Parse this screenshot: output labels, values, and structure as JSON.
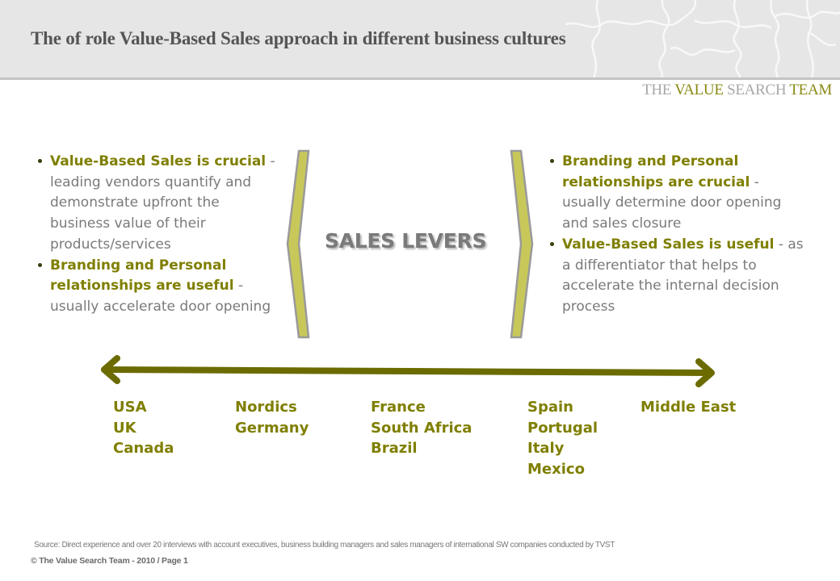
{
  "header": {
    "title": "The of role Value-Based Sales approach in different business cultures",
    "brand": {
      "part1": "THE ",
      "part2": "VALUE",
      "part3": " SEARCH ",
      "part4": "TEAM"
    }
  },
  "left_column": {
    "items": [
      {
        "highlight": "Value-Based Sales is crucial",
        "text": " - leading vendors quantify and demonstrate upfront the business value of their products/services"
      },
      {
        "highlight": "Branding and Personal relationships are useful",
        "text": " - usually accelerate door opening"
      }
    ]
  },
  "center": {
    "label": "SALES LEVERS"
  },
  "right_column": {
    "items": [
      {
        "highlight": "Branding and Personal relationships are crucial",
        "text": " - usually determine door opening and sales closure"
      },
      {
        "highlight": "Value-Based Sales is useful",
        "text": " - as a differentiator that helps to accelerate the internal decision process"
      }
    ]
  },
  "spectrum": {
    "groups": [
      {
        "countries": [
          "USA",
          "UK",
          "Canada"
        ]
      },
      {
        "countries": [
          "Nordics",
          "Germany"
        ]
      },
      {
        "countries": [
          "France",
          "South Africa",
          "Brazil"
        ]
      },
      {
        "countries": [
          "Spain",
          "Portugal",
          "Italy",
          "Mexico"
        ]
      },
      {
        "countries": [
          "Middle East"
        ]
      }
    ]
  },
  "footer": {
    "source": "Source: Direct experience and over 20 interviews with account executives, business building managers and sales managers of international SW companies conducted by TVST",
    "copyright": "© The Value Search Team - 2010 / Page 1"
  },
  "colors": {
    "accent_olive": "#7f7f00",
    "arrow_olive": "#6b6b00",
    "bracket_fill": "#c8c85a",
    "body_gray": "#7a7a7a",
    "header_bg": "#e6e6e6"
  }
}
